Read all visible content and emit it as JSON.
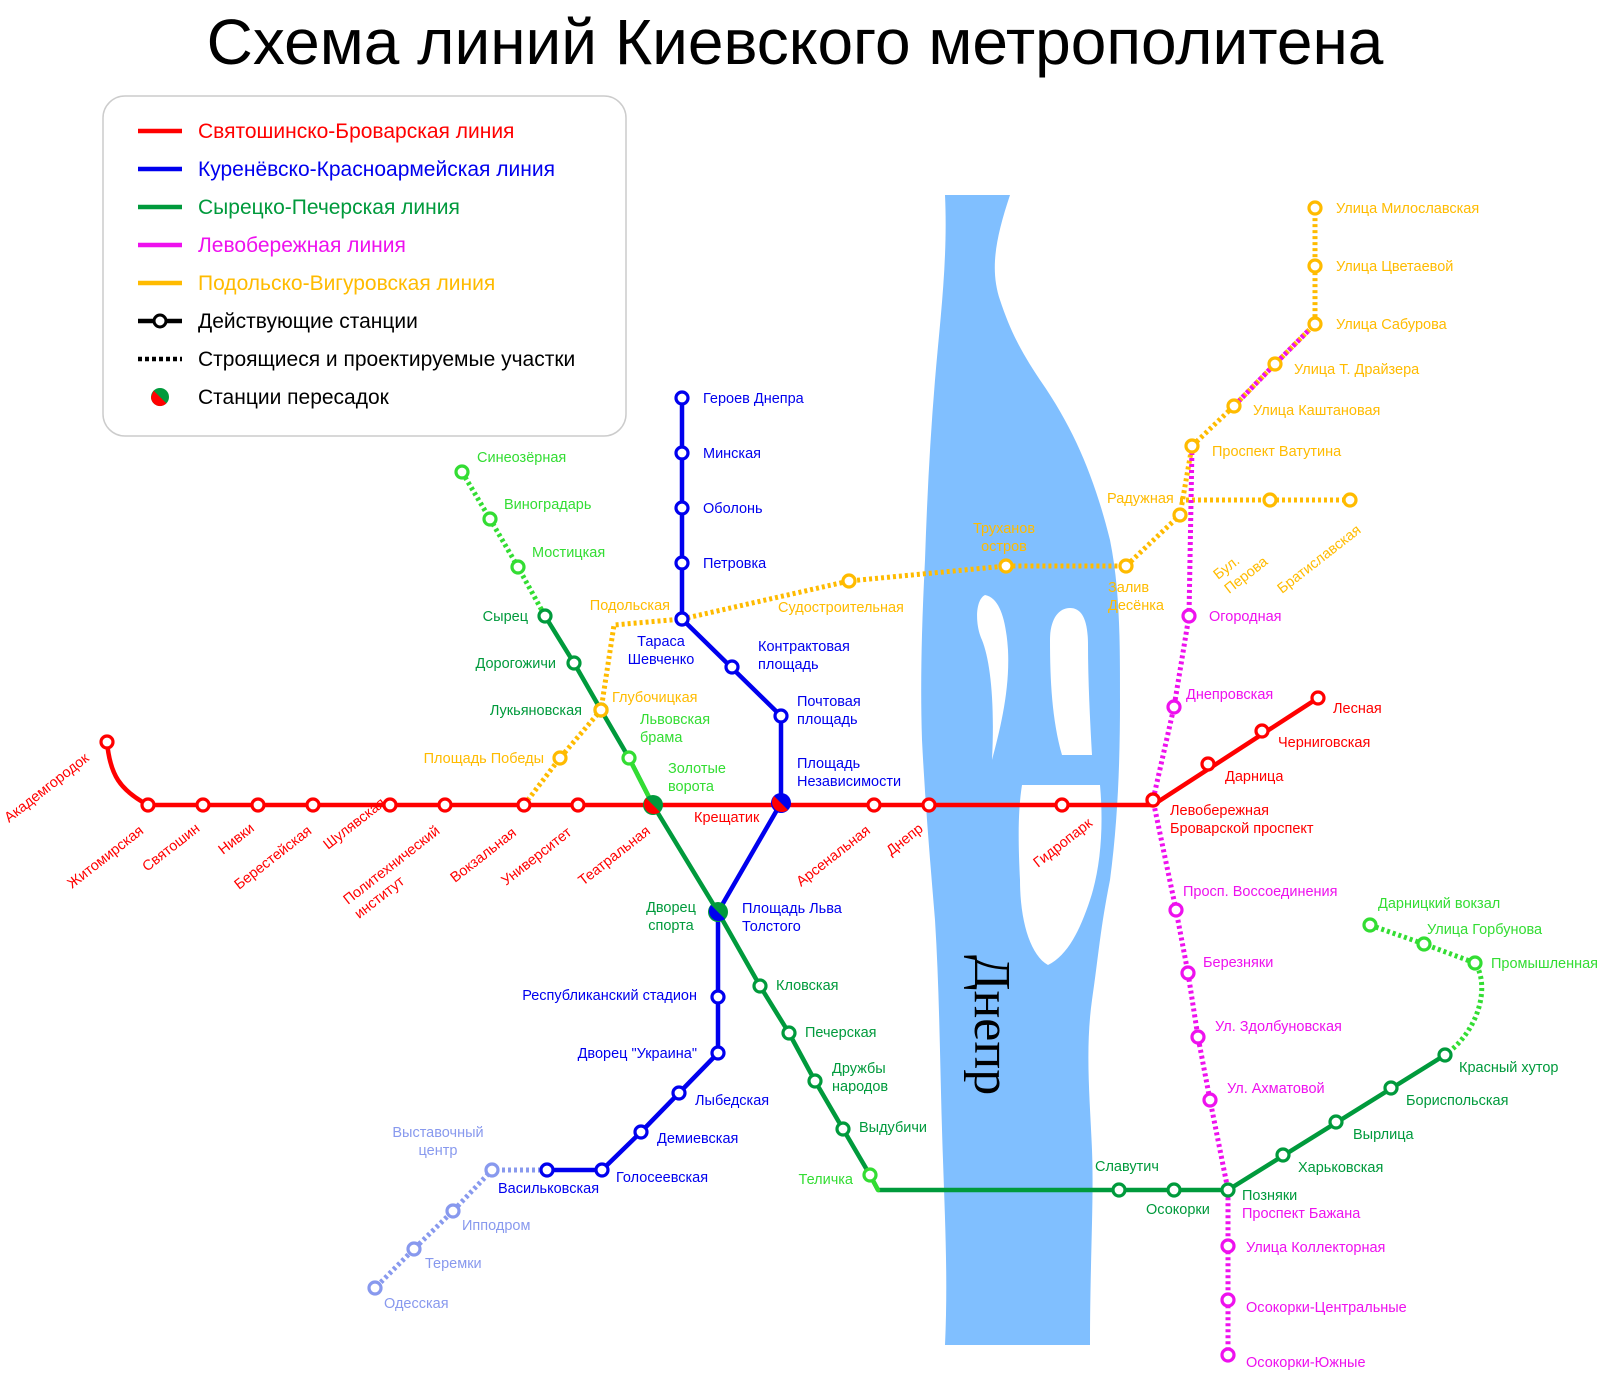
{
  "title": "Схема линий Киевского метрополитена",
  "river_label": "Днепр",
  "colors": {
    "red": "#ff0000",
    "blue": "#0000ee",
    "green": "#009a3c",
    "light_green": "#33dd33",
    "magenta": "#ee11ee",
    "orange": "#ffbb00",
    "light_blue": "#8899ee",
    "river": "#80bfff"
  },
  "legend": {
    "items": [
      {
        "label": "Святошинско-Броварская линия",
        "color": "#ff0000",
        "style": "solid"
      },
      {
        "label": "Куренёвско-Красноармейская линия",
        "color": "#0000ee",
        "style": "solid"
      },
      {
        "label": "Сырецко-Печерская линия",
        "color": "#009a3c",
        "style": "solid"
      },
      {
        "label": "Левобережная линия",
        "color": "#ee11ee",
        "style": "solid"
      },
      {
        "label": "Подольско-Вигуровская линия",
        "color": "#ffbb00",
        "style": "solid"
      },
      {
        "label": "Действующие станции",
        "color": "#000000",
        "style": "station"
      },
      {
        "label": "Строящиеся и проектируемые участки",
        "color": "#000000",
        "style": "dotted"
      },
      {
        "label": "Станции пересадок",
        "color": "#000000",
        "style": "transfer"
      }
    ]
  },
  "stations": {
    "red": [
      "Академгородок",
      "Житомирская",
      "Святошин",
      "Нивки",
      "Берестейская",
      "Шулявская",
      "Политехнический институт",
      "Вокзальная",
      "Университет",
      "Театральная",
      "Крещатик",
      "Арсенальная",
      "Днепр",
      "Гидропарк",
      "Левобережная Броварской проспект",
      "Дарница",
      "Черниговская",
      "Лесная"
    ],
    "blue": [
      "Героев Днепра",
      "Минская",
      "Оболонь",
      "Петровка",
      "Тараса Шевченко",
      "Контрактовая площадь",
      "Почтовая площадь",
      "Площадь Независимости",
      "Площадь Льва Толстого",
      "Республиканский стадион",
      "Дворец \"Украина\"",
      "Лыбедская",
      "Демиевская",
      "Голосеевская",
      "Васильковская",
      "Выставочный центр",
      "Ипподром",
      "Теремки",
      "Одесская"
    ],
    "green": [
      "Синеозёрная",
      "Виноградарь",
      "Мостицкая",
      "Сырец",
      "Дорогожичи",
      "Лукьяновская",
      "Львовская брама",
      "Золотые ворота",
      "Дворец спорта",
      "Кловская",
      "Печерская",
      "Дружбы народов",
      "Выдубичи",
      "Теличка",
      "Славутич",
      "Осокорки",
      "Позняки",
      "Харьковская",
      "Вырлица",
      "Бориспольская",
      "Красный хутор",
      "Промышленная",
      "Улица Горбунова",
      "Дарницкий вокзал"
    ],
    "orange": [
      "Улица Милославская",
      "Улица Цветаевой",
      "Улица Сабурова",
      "Улица Т. Драйзера",
      "Улица Каштановая",
      "Проспект Ватутина",
      "Радужная",
      "Бул. Перова",
      "Братиславская",
      "Залив Десёнка",
      "Труханов остров",
      "Судостроительная",
      "Подольская",
      "Глубочицкая",
      "Площадь Победы"
    ],
    "magenta": [
      "Огородная",
      "Днепровская",
      "Просп. Воссоединения",
      "Березняки",
      "Ул. Здолбуновская",
      "Ул. Ахматовой",
      "Проспект Бажана",
      "Улица Коллекторная",
      "Осокорки-Центральные",
      "Осокорки-Южные"
    ]
  }
}
